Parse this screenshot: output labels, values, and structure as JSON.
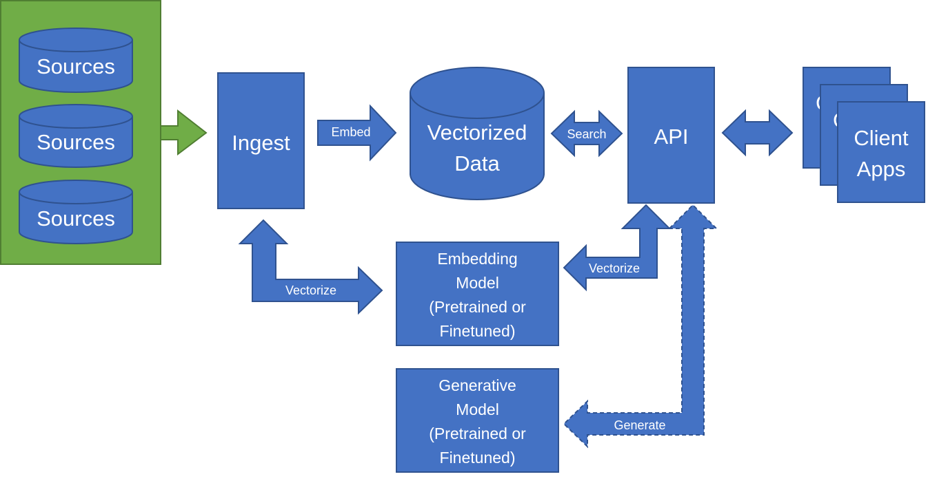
{
  "colors": {
    "box_fill": "#4472c4",
    "box_stroke": "#2f528f",
    "sources_panel_fill": "#70ad47",
    "sources_panel_stroke": "#507e32",
    "text": "#ffffff"
  },
  "sources": {
    "items": [
      "Sources",
      "Sources",
      "Sources"
    ]
  },
  "ingest": {
    "label": "Ingest"
  },
  "vectorized_data": {
    "line1": "Vectorized",
    "line2": "Data"
  },
  "api": {
    "label": "API"
  },
  "client_apps": {
    "line1": "Client",
    "line2": "Apps",
    "back_peek_1": "C",
    "back_peek_2": "C"
  },
  "embedding_model": {
    "lines": [
      "Embedding",
      "Model",
      "(Pretrained or",
      "Finetuned)"
    ]
  },
  "generative_model": {
    "lines": [
      "Generative",
      "Model",
      "(Pretrained or",
      "Finetuned)"
    ]
  },
  "arrows": {
    "embed": "Embed",
    "search": "Search",
    "vectorize_left": "Vectorize",
    "vectorize_right": "Vectorize",
    "generate": "Generate"
  }
}
